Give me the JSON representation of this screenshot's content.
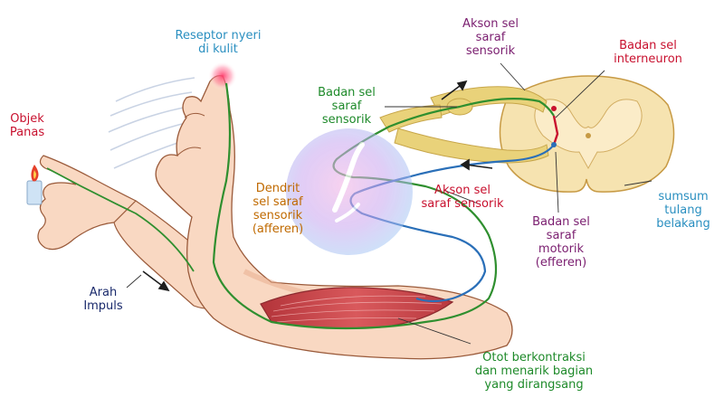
{
  "labels": {
    "receptor": [
      "Reseptor nyeri",
      "di kulit"
    ],
    "hot_object": [
      "Objek",
      "Panas"
    ],
    "impulse_direction": [
      "Arah",
      "Impuls"
    ],
    "sensory_dendrite": [
      "Dendrit",
      "sel saraf",
      "sensorik",
      "(afferen)"
    ],
    "sensory_cell_body": [
      "Badan sel",
      "saraf",
      "sensorik"
    ],
    "sensory_axon_top": [
      "Akson sel",
      "saraf",
      "sensorik"
    ],
    "interneuron_body": [
      "Badan sel",
      "interneuron"
    ],
    "sensory_axon_mid": [
      "Akson sel",
      "saraf sensorik"
    ],
    "motor_cell_body": [
      "Badan sel",
      "saraf",
      "motorik",
      "(efferen)"
    ],
    "spinal_cord": [
      "sumsum",
      "tulang",
      "belakang"
    ],
    "muscle": [
      "Otot berkontraksi",
      "dan menarik bagian",
      "yang dirangsang"
    ]
  },
  "colors": {
    "skin": "#f9d8c2",
    "skin_shadow": "#e8a98a",
    "skin_outline": "#9a5a3a",
    "sensory_nerve": "#2f8f2f",
    "motor_nerve": "#2a6fb8",
    "nerve_root": "#e9d27a",
    "spinal_cord": "#f6e3b0",
    "grey_matter": "#fbecc8",
    "muscle": "#c8454a",
    "watermark": "#b58ad8"
  },
  "icons": [
    "candle-icon",
    "watermark-logo-icon"
  ]
}
